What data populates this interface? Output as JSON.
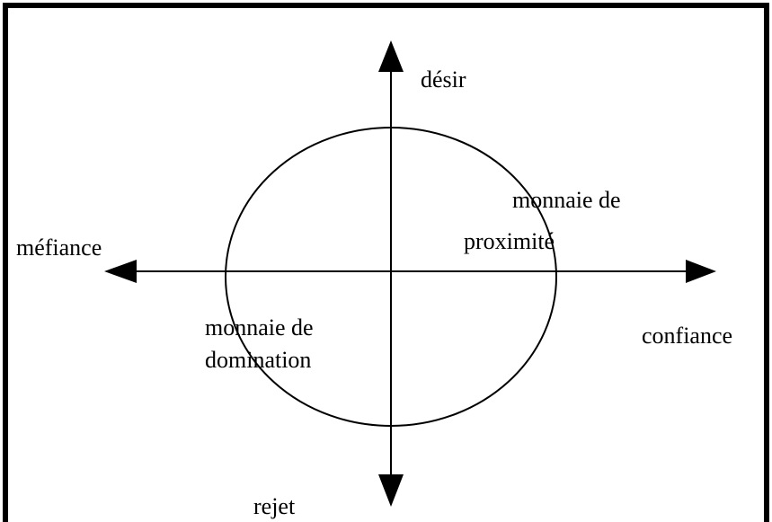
{
  "diagram": {
    "axes": {
      "up": "désir",
      "left": "méfiance",
      "right": "confiance",
      "down": "rejet"
    },
    "regions": {
      "upper_right": [
        "monnaie de",
        "proximité"
      ],
      "lower_left": [
        "monnaie de",
        "domination"
      ]
    },
    "colors": {
      "stroke": "#000000",
      "background": "#ffffff"
    }
  }
}
